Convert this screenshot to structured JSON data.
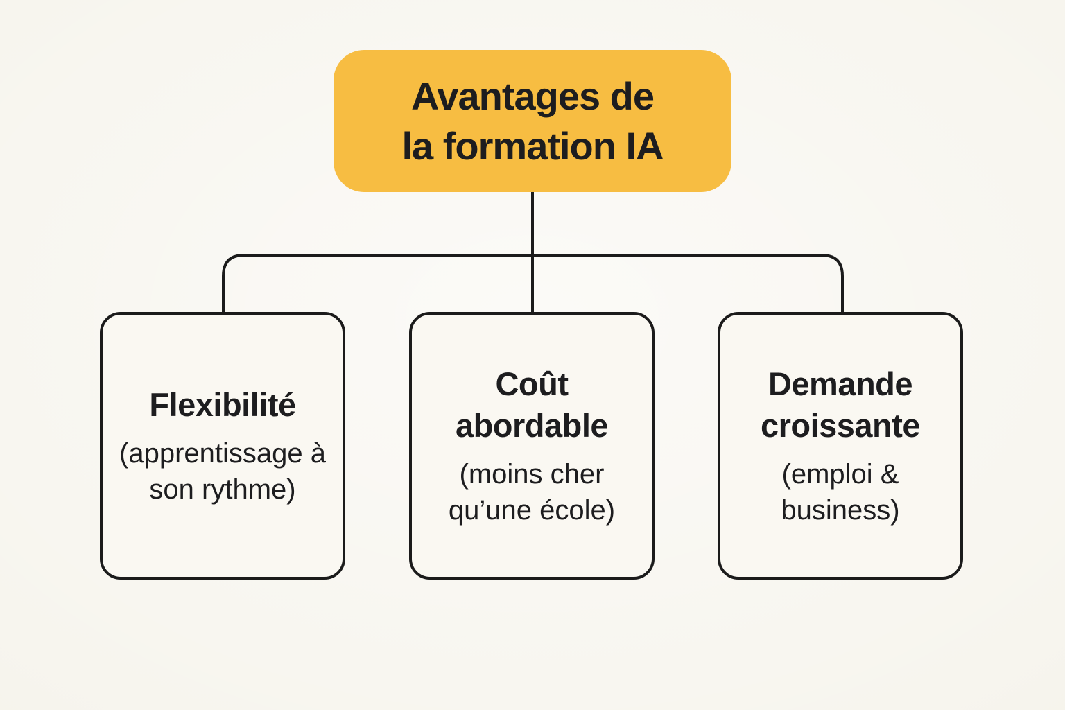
{
  "colors": {
    "background": "#F7F5EE",
    "node-fill": "#FAF8F2",
    "accent": "#F7BD42",
    "line": "#1B1B1B",
    "text": "#1D1D1F"
  },
  "diagram": {
    "root": {
      "title": "Avantages de la formation IA",
      "title_lines": [
        "Avantages de",
        "la formation IA"
      ]
    },
    "children": [
      {
        "heading": "Flexibilité",
        "subtext": "(apprentissage à son rythme)"
      },
      {
        "heading": "Coût abordable",
        "subtext": "(moins cher qu’une école)"
      },
      {
        "heading": "Demande croissante",
        "subtext": "(emploi & business)"
      }
    ]
  }
}
